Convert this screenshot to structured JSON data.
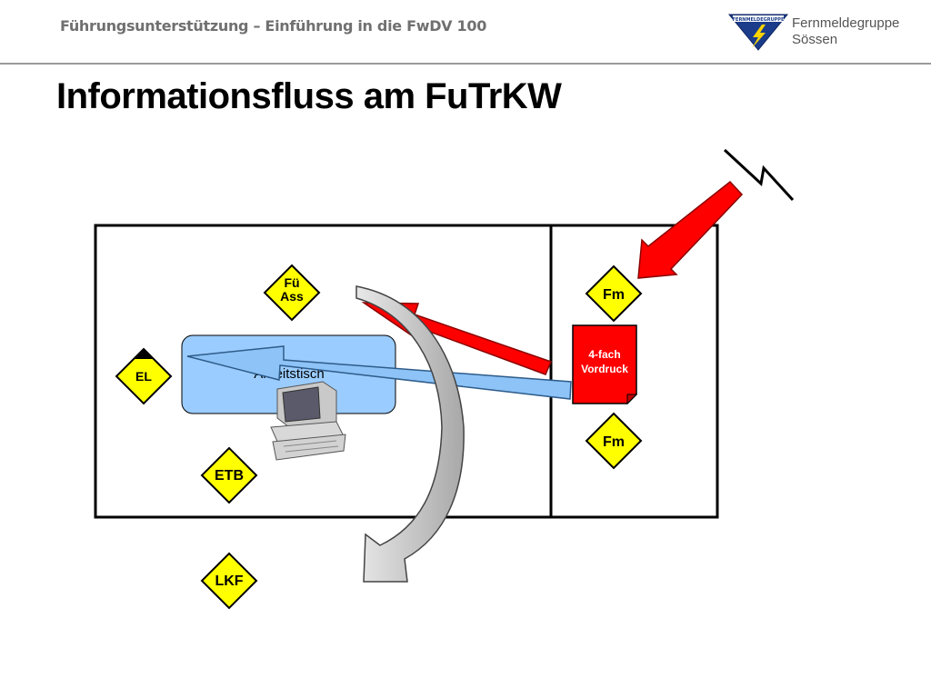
{
  "header": {
    "subtitle": "Führungsunterstützung – Einführung in die FwDV 100",
    "org_name_line1": "Fernmeldegruppe",
    "org_name_line2": "Sössen",
    "logo_text": "FERNMELDEGRUPPE"
  },
  "page_title": "Informationsfluss am FuTrKW",
  "diagram": {
    "signs": {
      "fue_ass_line1": "Fü",
      "fue_ass_line2": "Ass",
      "el": "EL",
      "etb": "ETB",
      "lkf": "LKF",
      "fm_top": "Fm",
      "fm_bottom": "Fm"
    },
    "table_label": "Arbeitstisch",
    "form_line1": "4-fach",
    "form_line2": "Vordruck"
  },
  "colors": {
    "sign_fill": "#ffff00",
    "red_arrow": "#ff0000",
    "blue_arrow": "#8dc3f7",
    "table_fill": "#9bccff",
    "form_fill": "#ff0000"
  }
}
